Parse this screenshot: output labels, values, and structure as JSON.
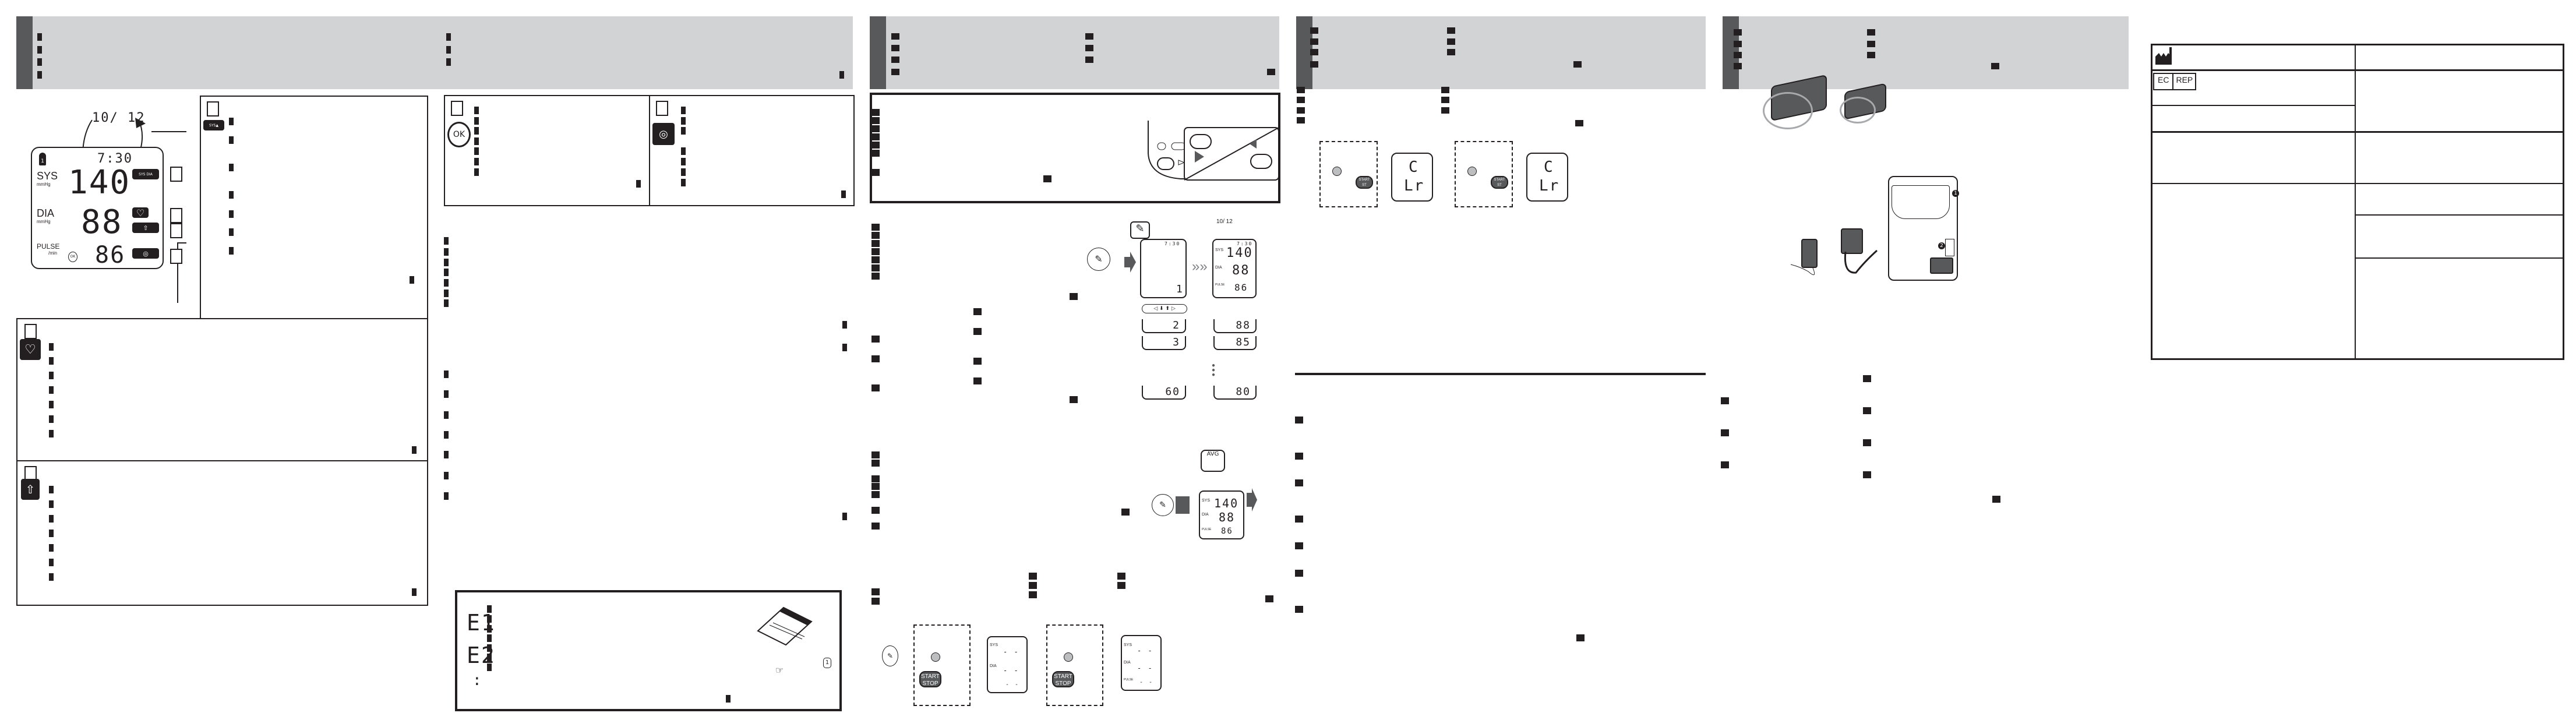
{
  "document": {
    "type": "blood-pressure-monitor-manual",
    "pages": 6
  },
  "page1": {
    "lcd": {
      "date": "10/ 12",
      "time": "7:30",
      "user": "1",
      "sys_label": "SYS",
      "sys_unit": "mmHg",
      "sys_value": "140",
      "dia_label": "DIA",
      "dia_unit": "mmHg",
      "dia_value": "88",
      "pulse_label": "PULSE",
      "pulse_unit": "/min",
      "pulse_value": "86",
      "ok_label": "OK",
      "indicator_sysdia": "SYS DIA"
    },
    "errors": {
      "e1": "E1",
      "e2": "E2",
      "ellipsis": ":",
      "ref_number": "1"
    }
  },
  "page2": {
    "memory_lcd": {
      "time": "7:30",
      "date": "10/ 12",
      "index_1": "1",
      "sys_value": "140",
      "dia_value": "88",
      "pulse_value": "86",
      "sys_label": "SYS",
      "dia_label": "DIA",
      "pulse_label": "PULSE",
      "rows": [
        {
          "index": "2",
          "pulse": "88"
        },
        {
          "index": "3",
          "pulse": "85"
        },
        {
          "index": "60",
          "pulse": "80"
        }
      ]
    },
    "avg_lcd": {
      "avg_label": "AVG",
      "sys_value": "140",
      "dia_value": "88",
      "pulse_value": "86",
      "sys_label": "SYS",
      "dia_label": "DIA",
      "pulse_label": "PULSE"
    },
    "delete_steps": {
      "start_label": "START",
      "stop_label": "STOP",
      "placeholder": "- -",
      "sys_label": "SYS",
      "dia_label": "DIA",
      "pulse_label": "PULSE"
    }
  },
  "page3": {
    "clear_display": {
      "line1": "C",
      "line2": "Lr"
    },
    "start_label": "START",
    "stop_label": "ST"
  },
  "page4": {
    "numbered_steps": [
      "1",
      "2"
    ]
  },
  "page5": {
    "symbols": {
      "ec": "EC",
      "rep": "REP"
    }
  }
}
